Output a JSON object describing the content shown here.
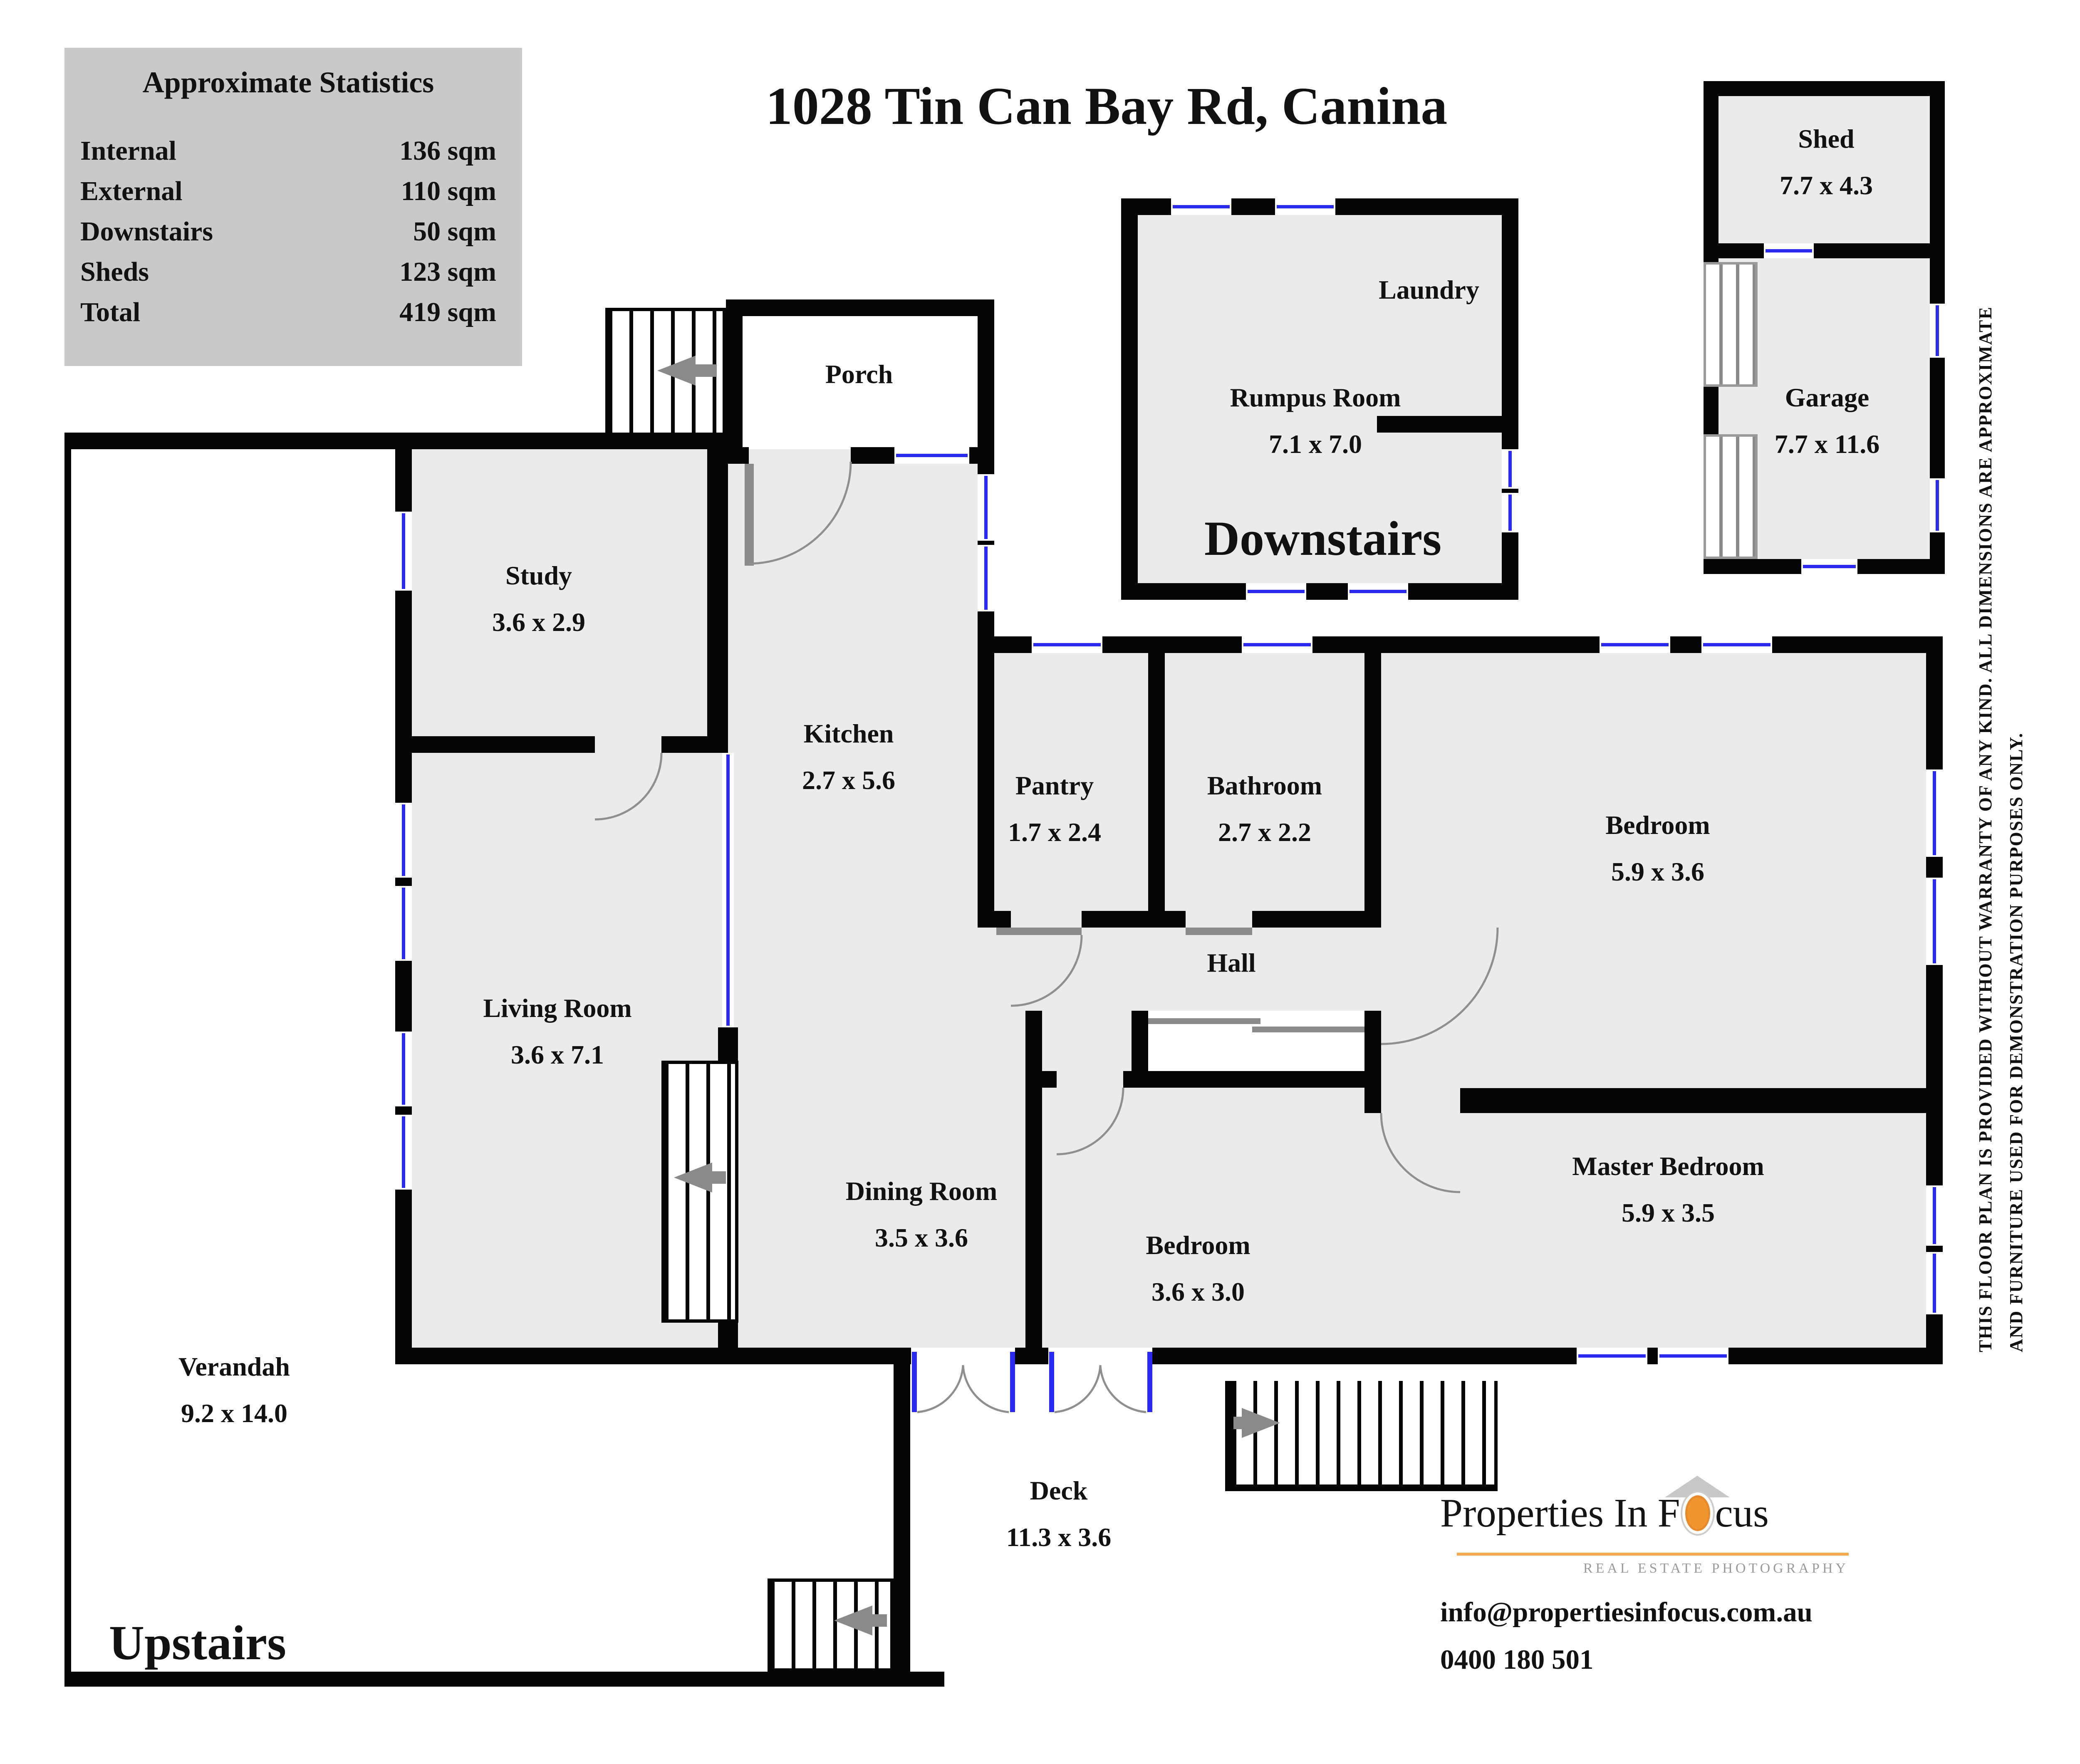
{
  "title": "1028 Tin Can Bay Rd, Canina",
  "stats": {
    "title": "Approximate Statistics",
    "rows": [
      {
        "label": "Internal",
        "value": "136 sqm"
      },
      {
        "label": "External",
        "value": "110 sqm"
      },
      {
        "label": "Downstairs",
        "value": "50 sqm"
      },
      {
        "label": "Sheds",
        "value": "123 sqm"
      },
      {
        "label": "Total",
        "value": "419 sqm"
      }
    ]
  },
  "floor_labels": {
    "upstairs": "Upstairs",
    "downstairs": "Downstairs"
  },
  "rooms": {
    "porch": {
      "name": "Porch",
      "dims": ""
    },
    "study": {
      "name": "Study",
      "dims": "3.6 x 2.9"
    },
    "kitchen": {
      "name": "Kitchen",
      "dims": "2.7 x 5.6"
    },
    "pantry": {
      "name": "Pantry",
      "dims": "1.7 x 2.4"
    },
    "bathroom": {
      "name": "Bathroom",
      "dims": "2.7 x 2.2"
    },
    "hall": {
      "name": "Hall",
      "dims": ""
    },
    "living": {
      "name": "Living Room",
      "dims": "3.6 x 7.1"
    },
    "dining": {
      "name": "Dining Room",
      "dims": "3.5 x 3.6"
    },
    "bedroom1": {
      "name": "Bedroom",
      "dims": "5.9 x 3.6"
    },
    "bedroom2": {
      "name": "Bedroom",
      "dims": "3.6 x 3.0"
    },
    "master": {
      "name": "Master Bedroom",
      "dims": "5.9 x 3.5"
    },
    "verandah": {
      "name": "Verandah",
      "dims": "9.2 x 14.0"
    },
    "deck": {
      "name": "Deck",
      "dims": "11.3 x 3.6"
    },
    "laundry": {
      "name": "Laundry",
      "dims": ""
    },
    "rumpus": {
      "name": "Rumpus Room",
      "dims": "7.1 x 7.0"
    },
    "shed": {
      "name": "Shed",
      "dims": "7.7 x 4.3"
    },
    "garage": {
      "name": "Garage",
      "dims": "7.7 x 11.6"
    }
  },
  "disclaimer": {
    "line1": "THIS FLOOR PLAN IS PROVIDED WITHOUT WARRANTY OF ANY KIND. ALL DIMENSIONS ARE APPROXIMATE",
    "line2": "AND FURNITURE USED FOR DEMONSTRATION PURPOSES ONLY."
  },
  "brand": {
    "name_prefix": "Properties In F",
    "name_suffix": "cus",
    "tagline": "REAL ESTATE PHOTOGRAPHY",
    "email": "info@propertiesinfocus.com.au",
    "phone": "0400 180 501"
  },
  "colors": {
    "wall": "#050505",
    "room_fill": "#ebebed",
    "stats_bg": "#c9c9c9",
    "window_blue": "#2a2af0",
    "accent_orange": "#f0962f",
    "door_gray": "#8a8a8a"
  }
}
